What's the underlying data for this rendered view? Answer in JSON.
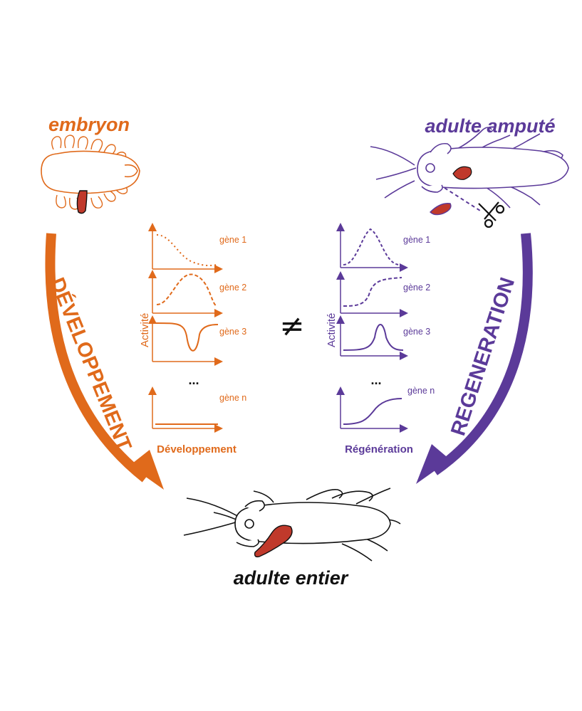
{
  "colors": {
    "development": "#e06a1b",
    "regeneration": "#5b3a99",
    "tissue": "#c0392b",
    "black": "#111111"
  },
  "titles": {
    "embryo": "embryon",
    "amputated": "adulte amputé",
    "whole": "adulte entier"
  },
  "arrows": {
    "development": "DÉVELOPPEMENT",
    "regeneration": "REGENERATION"
  },
  "not_equal": "≠",
  "icons": [
    "embryo-illustration",
    "amputated-adult-illustration",
    "whole-adult-illustration",
    "scissors-icon"
  ],
  "development_panel": {
    "ylabel": "Activité",
    "xlabel": "Développement",
    "ellipsis": "...",
    "genes": [
      {
        "label": "gène 1",
        "profile": "decreasing",
        "line": "dotted"
      },
      {
        "label": "gène 2",
        "profile": "peak",
        "line": "dashed"
      },
      {
        "label": "gène 3",
        "profile": "dip",
        "line": "solid"
      },
      {
        "label": "gène n",
        "profile": "flat",
        "line": "solid"
      }
    ]
  },
  "regeneration_panel": {
    "ylabel": "Activité",
    "xlabel": "Régénération",
    "ellipsis": "...",
    "genes": [
      {
        "label": "gène 1",
        "profile": "peak",
        "line": "dashed"
      },
      {
        "label": "gène 2",
        "profile": "rising",
        "line": "dashed"
      },
      {
        "label": "gène 3",
        "profile": "peak",
        "line": "solid"
      },
      {
        "label": "gène n",
        "profile": "rising",
        "line": "solid"
      }
    ]
  }
}
